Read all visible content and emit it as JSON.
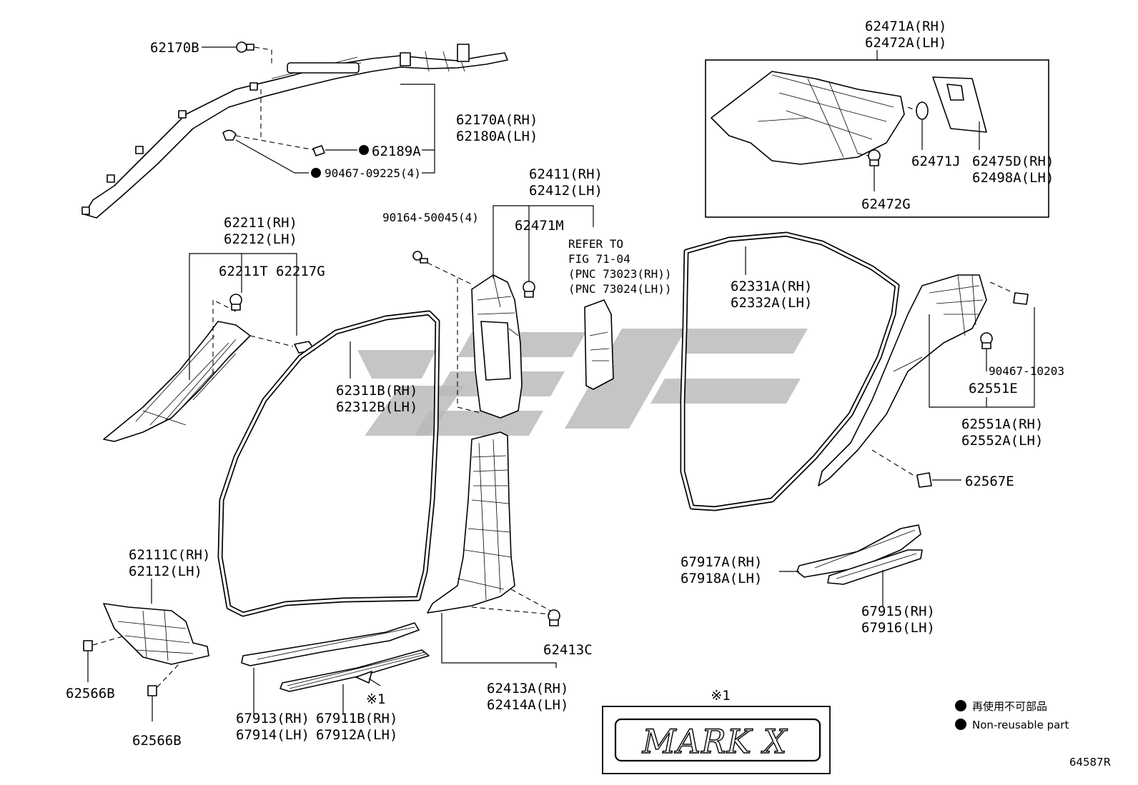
{
  "diagram": {
    "figure_code": "64587R",
    "emblem_note_mark": "※1",
    "emblem_text": "MARK X",
    "legend": {
      "non_reusable_jp": "再使用不可部品",
      "non_reusable_en": "Non-reusable part"
    },
    "refer": {
      "line1": "REFER TO",
      "line2": "FIG 71-04",
      "line3": "(PNC 73023(RH))",
      "line4": "(PNC 73024(LH))"
    },
    "inset_title": [
      "62471A(RH)",
      "62472A(LH)"
    ],
    "labels": {
      "p62170B": "62170B",
      "p62170A": "62170A(RH)",
      "p62180A": "62180A(LH)",
      "p62189A": "62189A",
      "p90467_09225": "90467-09225(4)",
      "p62211": "62211(RH)",
      "p62212": "62212(LH)",
      "p62211T": "62211T",
      "p62217G": "62217G",
      "p90164": "90164-50045(4)",
      "p62411": "62411(RH)",
      "p62412": "62412(LH)",
      "p62471M": "62471M",
      "p62311B": "62311B(RH)",
      "p62312B": "62312B(LH)",
      "p62331A": "62331A(RH)",
      "p62332A": "62332A(LH)",
      "p62471J": "62471J",
      "p62475D": "62475D(RH)",
      "p62498A": "62498A(LH)",
      "p62472G": "62472G",
      "p90467_10203": "90467-10203",
      "p62551E": "62551E",
      "p62551A": "62551A(RH)",
      "p62552A": "62552A(LH)",
      "p62567E": "62567E",
      "p62111C": "62111C(RH)",
      "p62112": "62112(LH)",
      "p62566B_1": "62566B",
      "p62566B_2": "62566B",
      "p67913": "67913(RH)",
      "p67914": "67914(LH)",
      "p67911B": "67911B(RH)",
      "p67912A": "67912A(LH)",
      "p_note1": "※1",
      "p62413C": "62413C",
      "p62413A": "62413A(RH)",
      "p62414A": "62414A(LH)",
      "p67917A": "67917A(RH)",
      "p67918A": "67918A(LH)",
      "p67915": "67915(RH)",
      "p67916": "67916(LH)"
    }
  }
}
